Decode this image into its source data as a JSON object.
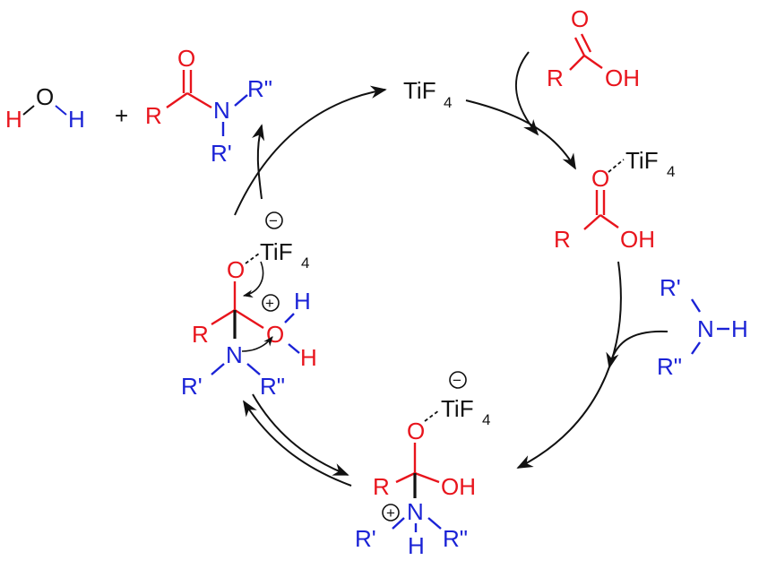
{
  "colors": {
    "carbon_oxygen": "#e8141c",
    "nitrogen": "#1a22d6",
    "bond": "#111111",
    "text": "#111111"
  },
  "catalyst": {
    "ti": "TiF",
    "sub": "4"
  },
  "acid": {
    "o": "O",
    "r": "R",
    "oh": "OH"
  },
  "complex": {
    "o": "O",
    "ti": "TiF",
    "sub": "4",
    "r": "R",
    "oh": "OH"
  },
  "amine": {
    "r1": "R'",
    "n": "N",
    "h": "H",
    "r2": "R\""
  },
  "zwitterion": {
    "minus": "−",
    "ti": "TiF",
    "sub": "4",
    "o": "O",
    "r": "R",
    "oh": "OH",
    "plus": "+",
    "n": "N",
    "h": "H",
    "r1": "R'",
    "r2": "R\""
  },
  "tetrahedral": {
    "minus": "−",
    "ti": "TiF",
    "sub": "4",
    "o": "O",
    "plus": "+",
    "h_top": "H",
    "o2": "O",
    "h_bot": "H",
    "r": "R",
    "n": "N",
    "r1": "R'",
    "r2": "R\""
  },
  "water": {
    "h1": "H",
    "o": "O",
    "h2": "H"
  },
  "plus_sign": "+",
  "amide": {
    "o": "O",
    "r": "R",
    "n": "N",
    "r2": "R\"",
    "r1": "R'"
  }
}
